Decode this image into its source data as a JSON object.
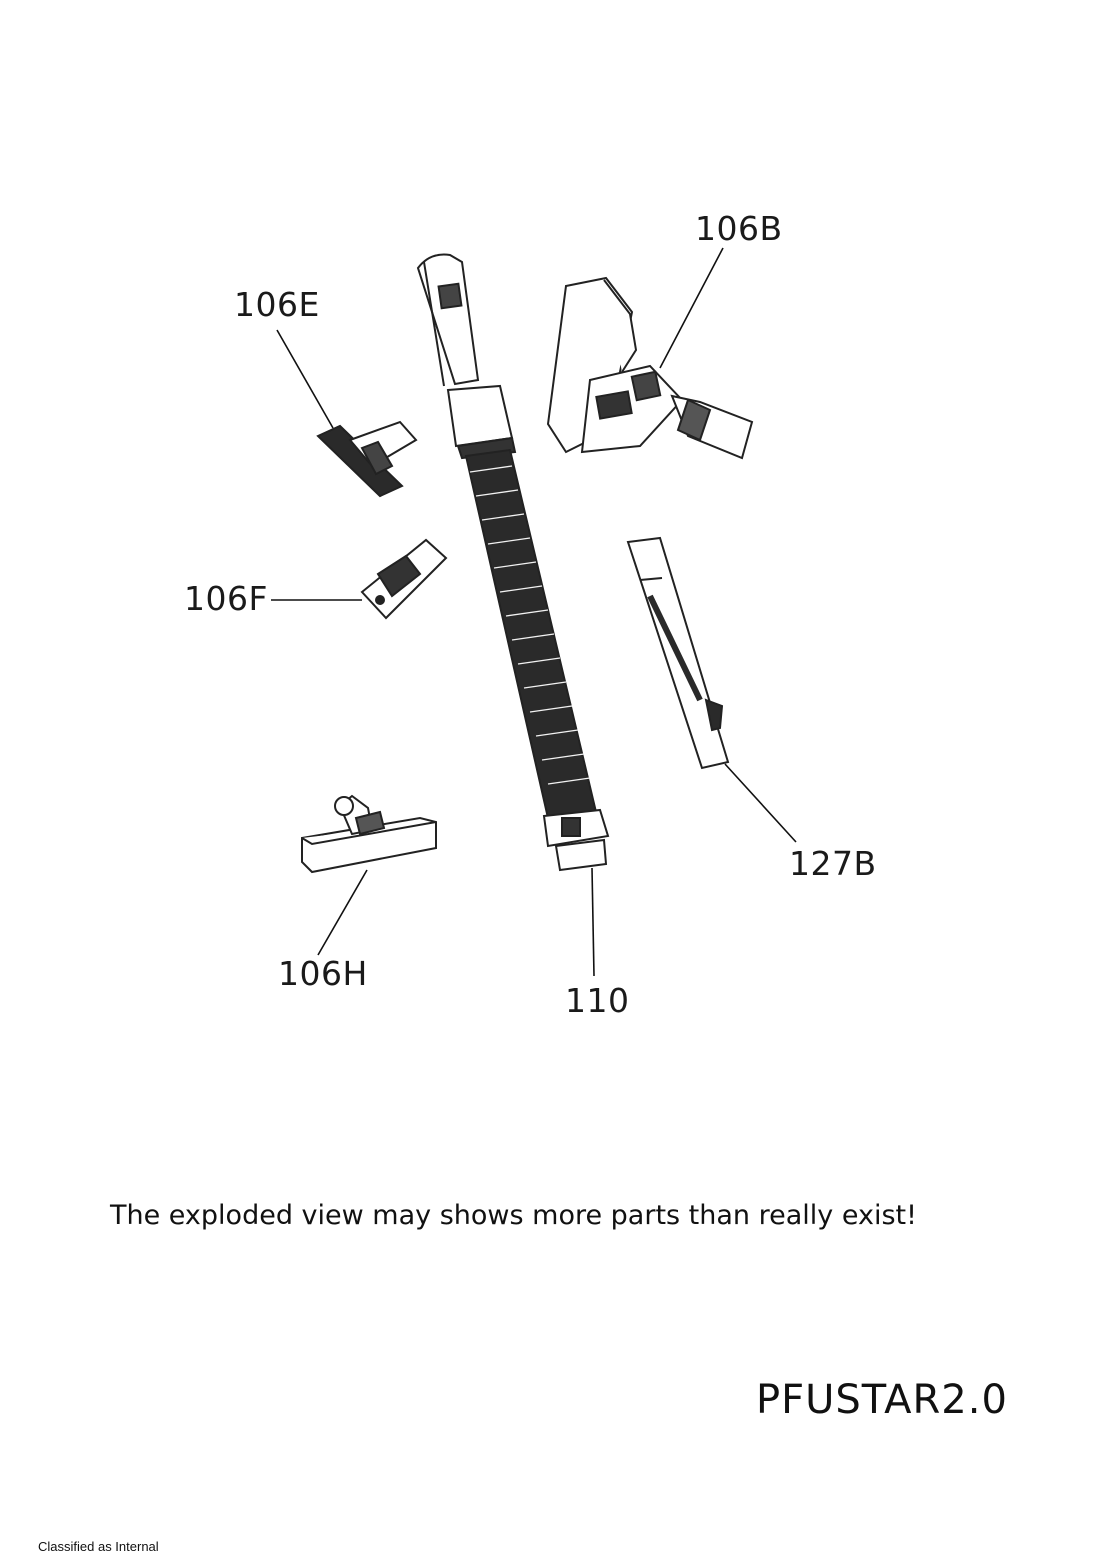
{
  "callouts": {
    "p106E": "106E",
    "p106B": "106B",
    "p106F": "106F",
    "p127B": "127B",
    "p106H": "106H",
    "p110": "110"
  },
  "note": "The exploded view may shows more parts than really exist!",
  "model": "PFUSTAR2.0",
  "classification": "Classified as Internal"
}
